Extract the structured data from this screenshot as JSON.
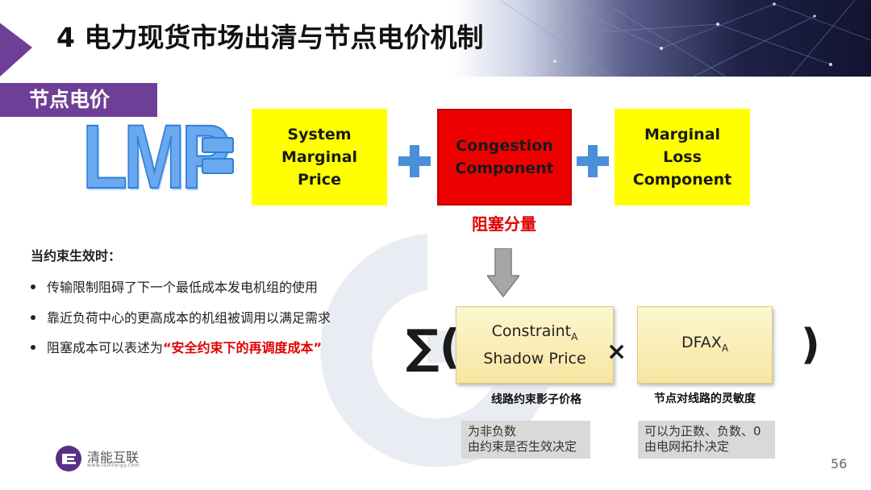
{
  "header": {
    "title": "4 电力现货市场出清与节点电价机制"
  },
  "section_tag": "节点电价",
  "formula": {
    "lmp_label": "LMP",
    "equals": "=",
    "components": [
      {
        "lines": [
          "System",
          "Marginal",
          "Price"
        ],
        "color": "#ffff00"
      },
      {
        "lines": [
          "Congestion",
          "Component"
        ],
        "color": "#ee0000"
      },
      {
        "lines": [
          "Marginal",
          "Loss",
          "Component"
        ],
        "color": "#ffff00"
      }
    ],
    "congestion_caption": "阻塞分量"
  },
  "conditions": {
    "title": "当约束生效时：",
    "bullets": [
      "传输限制阻碍了下一个最低成本发电机组的使用",
      "靠近负荷中心的更高成本的机组被调用以满足需求"
    ],
    "bullet3_prefix": "阻塞成本可以表述为",
    "bullet3_highlight": "“安全约束下的再调度成本”"
  },
  "sum_formula": {
    "sum_sign": "∑(",
    "close_paren": ")",
    "times": "×",
    "shadow_price": {
      "line1": "Constraint",
      "sub1": "A",
      "line2": "Shadow Price"
    },
    "dfax": {
      "label": "DFAX",
      "sub": "A"
    },
    "shadow_caption": "线路约束影子价格",
    "dfax_caption": "节点对线路的灵敏度",
    "shadow_note": [
      "为非负数",
      "由约束是否生效决定"
    ],
    "dfax_note": [
      "可以为正数、负数、0",
      "由电网拓扑决定"
    ]
  },
  "logo": {
    "name": "清能互联",
    "url": "www.tsintergy.com"
  },
  "page_number": "56",
  "colors": {
    "accent_purple": "#6f3f97",
    "lmp_blue": "#6aa8f0",
    "highlight_red": "#e00000"
  }
}
